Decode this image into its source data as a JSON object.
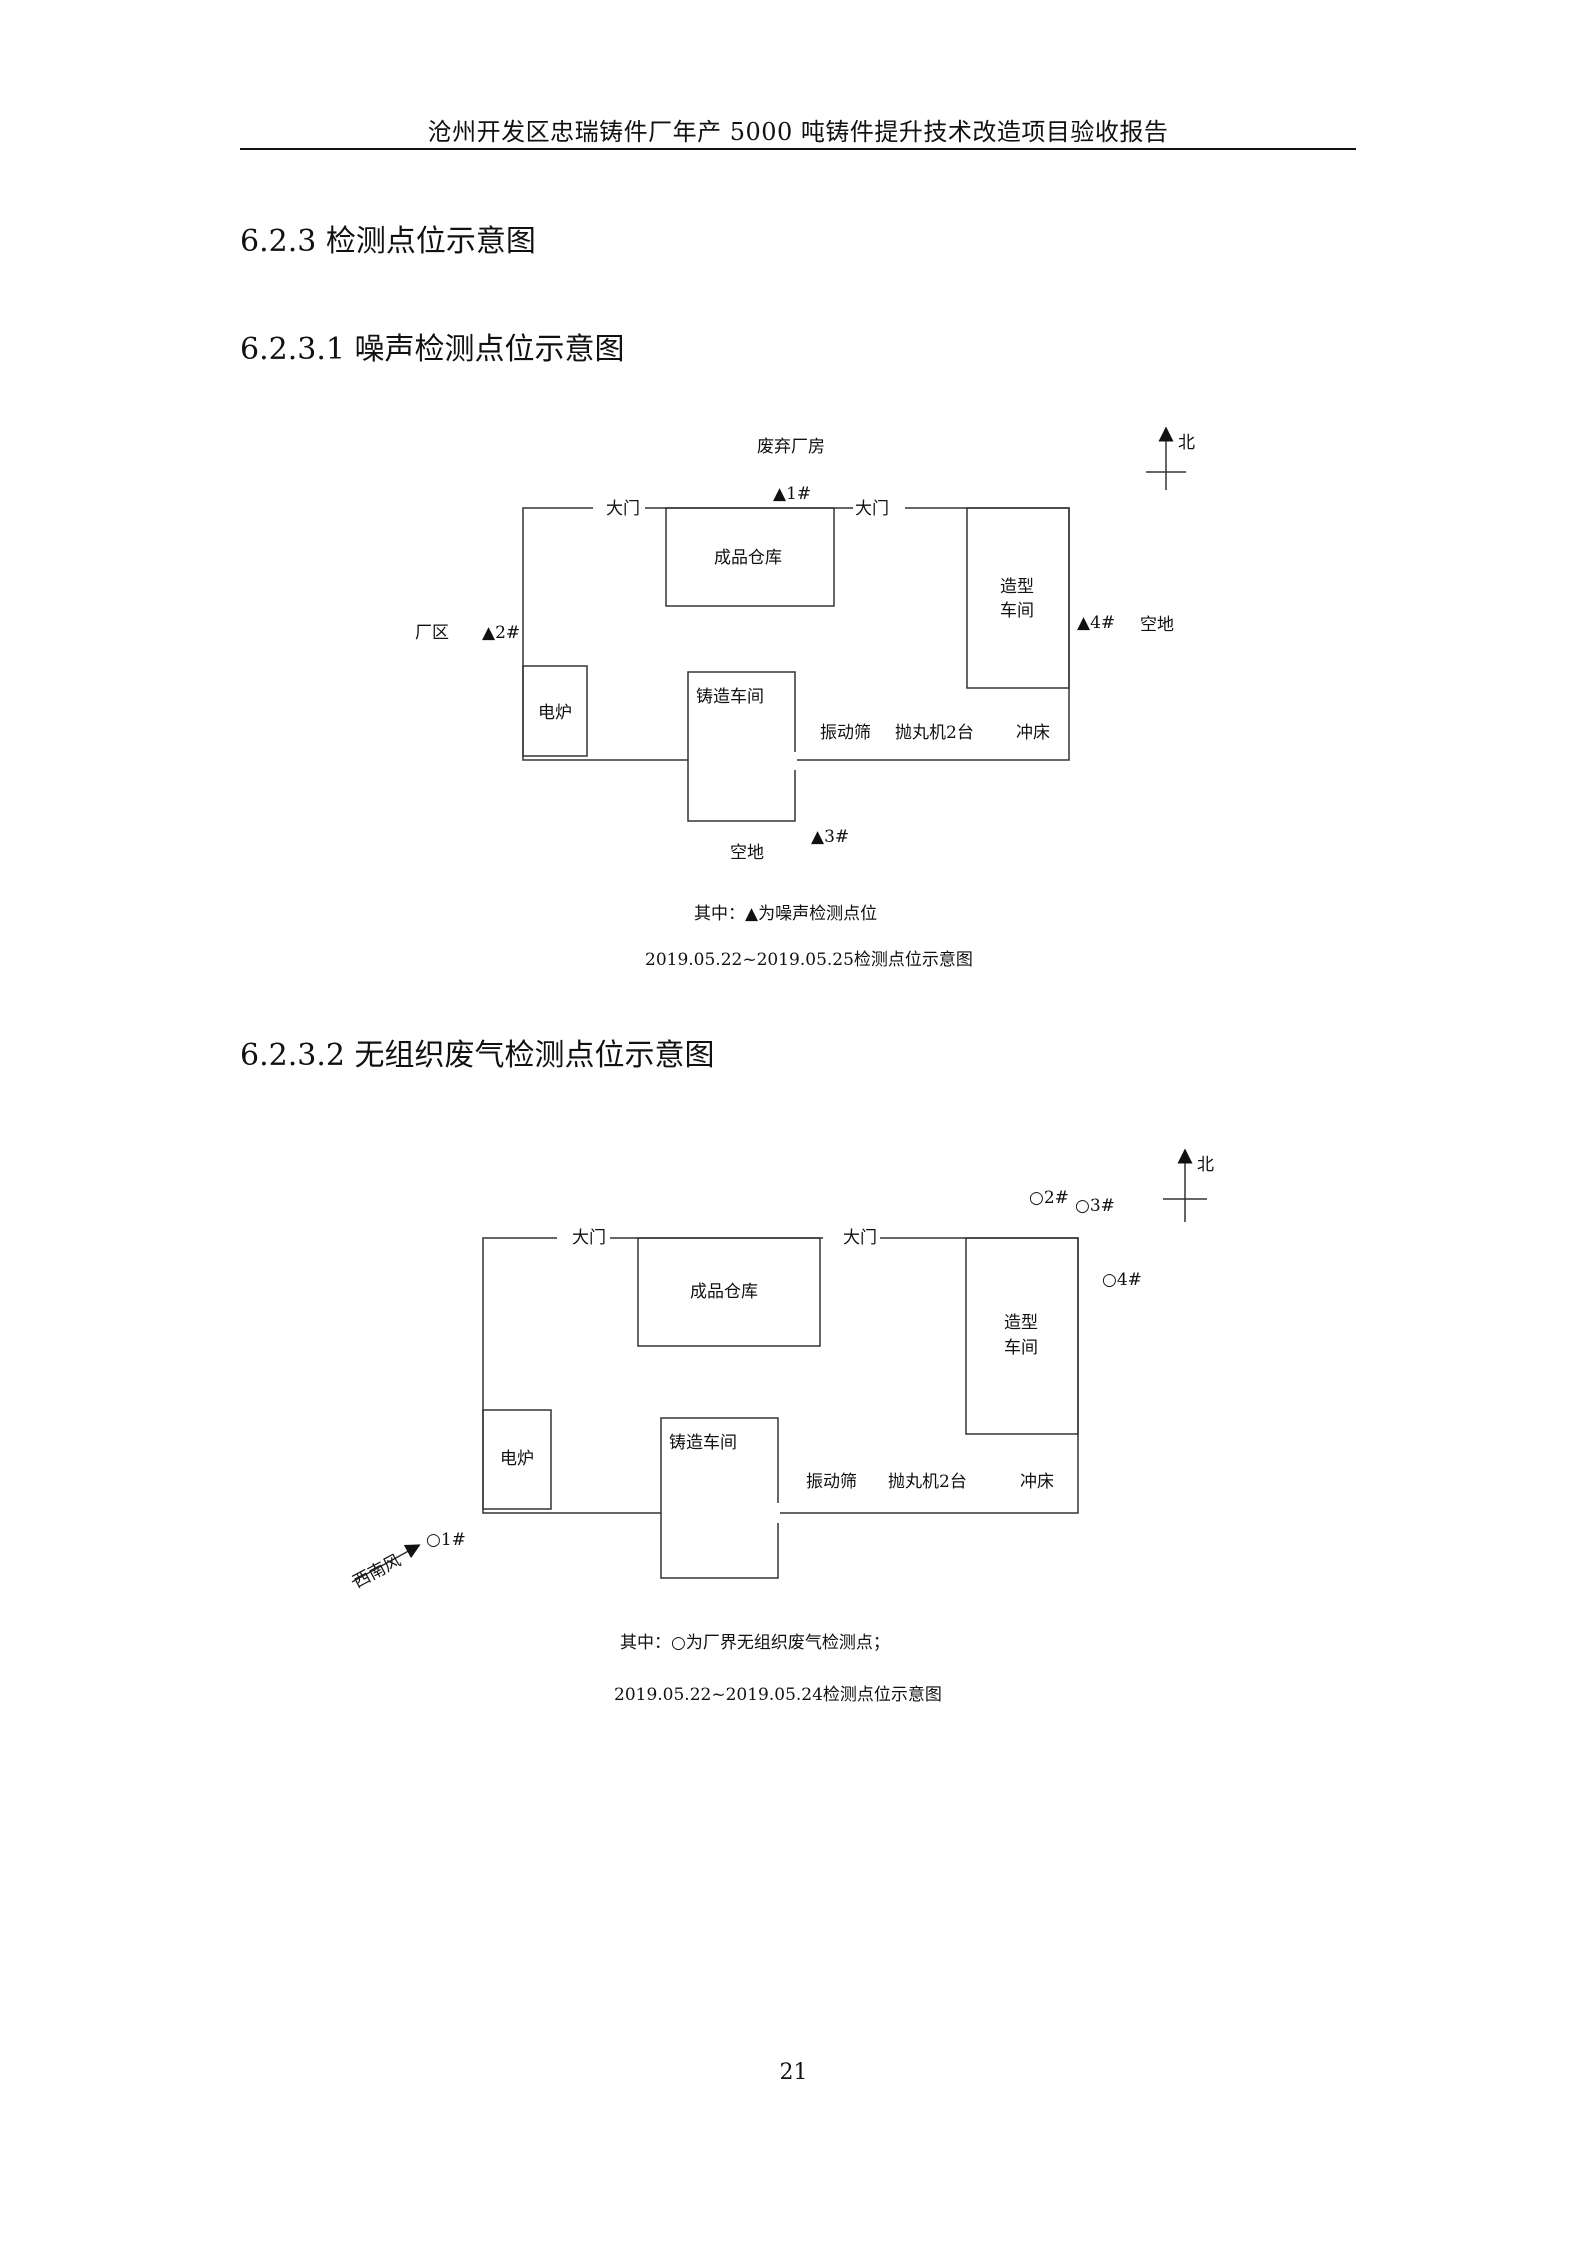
{
  "header": {
    "title": "沧州开发区忠瑞铸件厂年产 5000 吨铸件提升技术改造项目验收报告"
  },
  "sections": {
    "s623": "6.2.3  检测点位示意图",
    "s6231": "6.2.3.1 噪声检测点位示意图",
    "s6232": "6.2.3.2 无组织废气检测点位示意图"
  },
  "diagram1": {
    "abandoned_plant": "废弃厂房",
    "gate_left": "大门",
    "gate_right": "大门",
    "warehouse": "成品仓库",
    "molding_line1": "造型",
    "molding_line2": "车间",
    "factory_area": "厂区",
    "open_ground_right": "空地",
    "furnace": "电炉",
    "casting_shop": "铸造车间",
    "vibrating_screen": "振动筛",
    "shot_blasting": "抛丸机2台",
    "punch_press": "冲床",
    "open_ground_bottom": "空地",
    "north": "北",
    "points": [
      {
        "label": "▲1#"
      },
      {
        "label": "▲2#"
      },
      {
        "label": "▲3#"
      },
      {
        "label": "▲4#"
      }
    ],
    "legend": "其中：▲为噪声检测点位",
    "caption": "2019.05.22~2019.05.25检测点位示意图"
  },
  "diagram2": {
    "gate_left": "大门",
    "gate_right": "大门",
    "warehouse": "成品仓库",
    "molding_line1": "造型",
    "molding_line2": "车间",
    "furnace": "电炉",
    "casting_shop": "铸造车间",
    "vibrating_screen": "振动筛",
    "shot_blasting": "抛丸机2台",
    "punch_press": "冲床",
    "wind": "西南风",
    "north": "北",
    "points": [
      {
        "label": "○1#"
      },
      {
        "label": "○2#"
      },
      {
        "label": "○3#"
      },
      {
        "label": "○4#"
      }
    ],
    "legend": "其中：○为厂界无组织废气检测点；",
    "caption": "2019.05.22~2019.05.24检测点位示意图"
  },
  "page_number": "21"
}
